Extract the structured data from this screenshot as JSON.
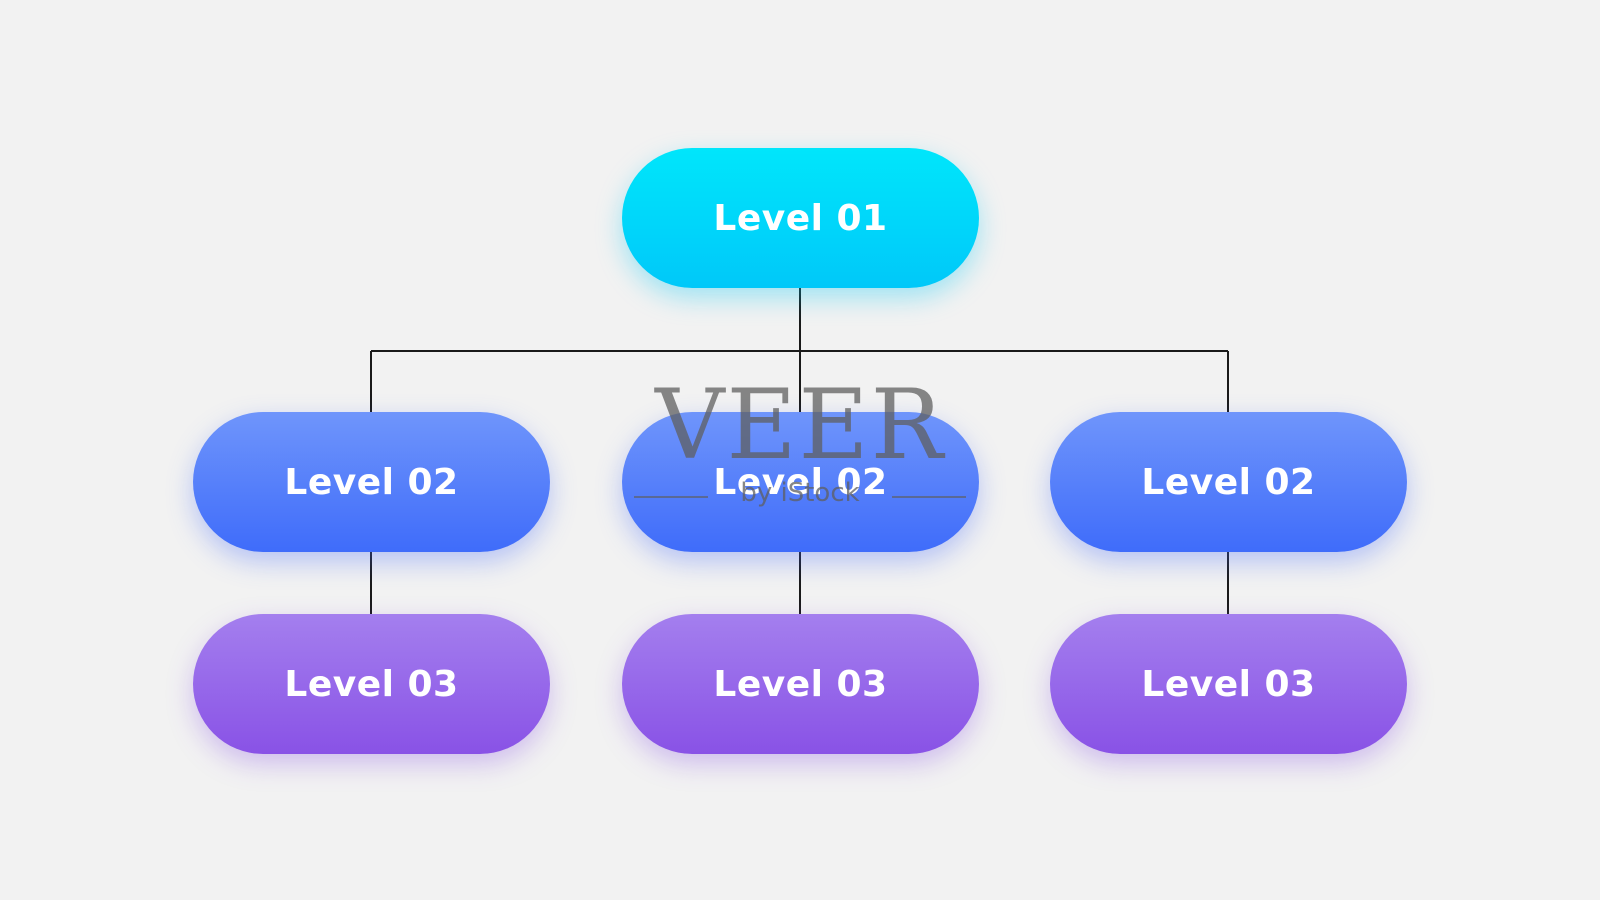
{
  "diagram": {
    "type": "org-chart",
    "root": {
      "label": "Level 01"
    },
    "children": [
      {
        "label": "Level 02",
        "child": {
          "label": "Level 03"
        }
      },
      {
        "label": "Level 02",
        "child": {
          "label": "Level 03"
        }
      },
      {
        "label": "Level 02",
        "child": {
          "label": "Level 03"
        }
      }
    ]
  },
  "colors": {
    "background": "#f2f2f2",
    "level_01": "#00d4fa",
    "level_02": "#4f7cfa",
    "level_03": "#9663e9",
    "connector": "#1a1a1a",
    "node_text": "#ffffff"
  },
  "watermark": {
    "main": "VEER",
    "sub": "by iStock"
  }
}
